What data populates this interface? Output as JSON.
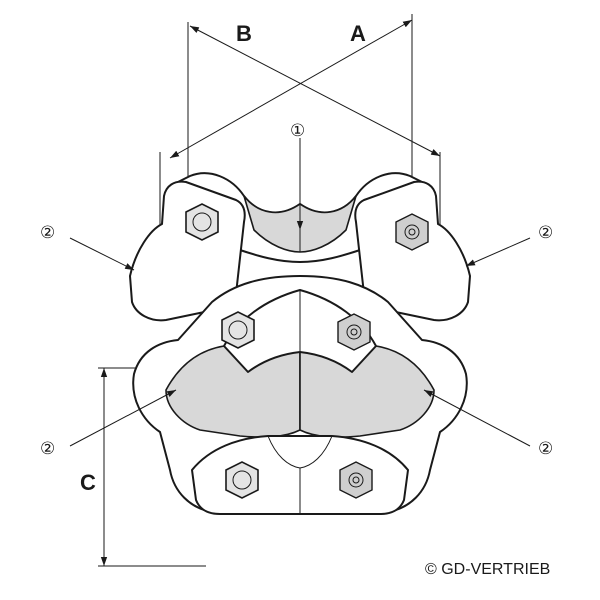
{
  "dimensions": {
    "a": "A",
    "b": "B",
    "c": "C"
  },
  "callouts": {
    "main_part": "①",
    "clamp": "②"
  },
  "copyright": "© GD-VERTRIEB"
}
